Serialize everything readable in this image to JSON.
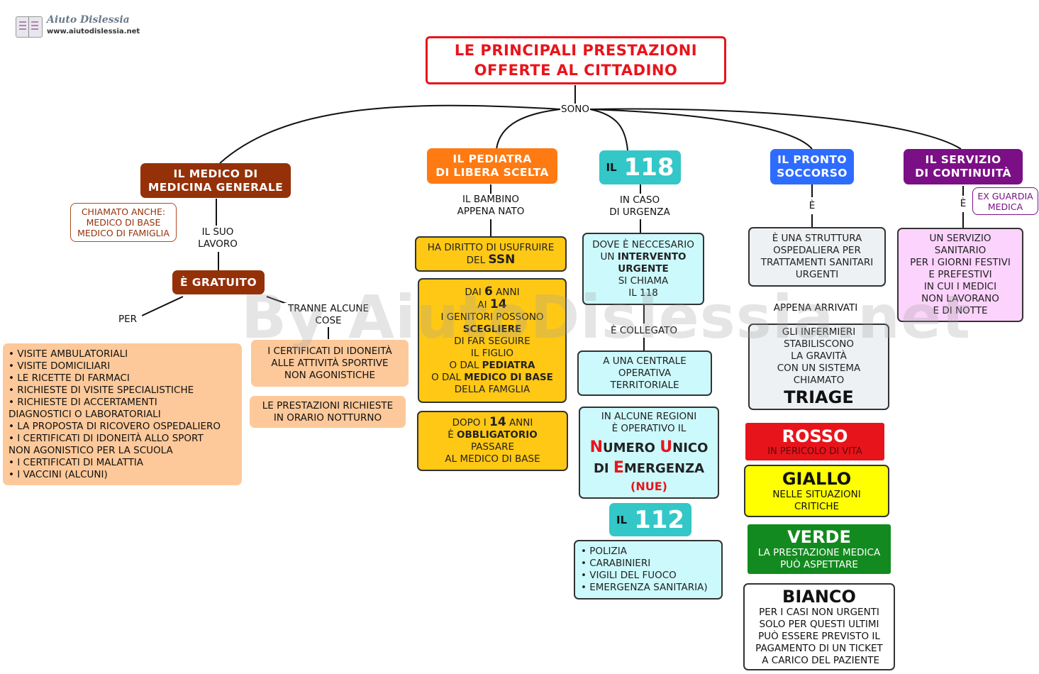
{
  "logo": {
    "brand": "Aiuto Dislessia",
    "url": "www.aiutodislessia.net"
  },
  "watermark": "By AiutoDislessia.net",
  "title": {
    "line1": "LE PRINCIPALI PRESTAZIONI",
    "line2": "OFFERTE AL CITTADINO"
  },
  "link_sono": "SONO",
  "medico": {
    "title1": "IL MEDICO DI",
    "title2": "MEDICINA GENERALE",
    "alias1": "CHIAMATO ANCHE:",
    "alias2": "MEDICO DI BASE",
    "alias3": "MEDICO DI FAMIGLIA",
    "link1": "IL SUO",
    "link2": "LAVORO",
    "gratuito": "È GRATUITO",
    "link_per": "PER",
    "link_tranne1": "TRANNE ALCUNE",
    "link_tranne2": "COSE",
    "list": [
      "• VISITE AMBULATORIALI",
      "• VISITE DOMICILIARI",
      "• LE RICETTE DI FARMACI",
      "• RICHIESTE DI VISITE SPECIALISTICHE",
      "•  RICHIESTE DI ACCERTAMENTI",
      "DIAGNOSTICI O LABORATORIALI",
      "• LA PROPOSTA DI RICOVERO OSPEDALIERO",
      "• I CERTIFICATI DI IDONEITÀ ALLO SPORT",
      " NON AGONISTICO PER LA SCUOLA",
      "• I CERTIFICATI DI MALATTIA",
      "• I VACCINI (ALCUNI)"
    ],
    "exc1_l1": "I CERTIFICATI DI IDONEITÀ",
    "exc1_l2": "ALLE ATTIVITÀ SPORTIVE",
    "exc1_l3": "NON AGONISTICHE",
    "exc2_l1": "LE PRESTAZIONI RICHIESTE",
    "exc2_l2": "IN ORARIO NOTTURNO"
  },
  "pediatra": {
    "title1": "IL PEDIATRA",
    "title2": "DI LIBERA SCELTA",
    "link1": "IL BAMBINO",
    "link2": "APPENA NATO",
    "b1_l1": "HA DIRITTO DI USUFRUIRE",
    "b1_l2a": "DEL ",
    "b1_l2b": "SSN",
    "b2_l1a": "DAI ",
    "b2_l1b": "6",
    "b2_l1c": " ANNI",
    "b2_l2a": "AI ",
    "b2_l2b": "14",
    "b2_l3": "I GENITORI POSSONO",
    "b2_l4": "SCEGLIERE",
    "b2_l5": "DI FAR SEGUIRE",
    "b2_l6": "IL FIGLIO",
    "b2_l7a": "O DAL ",
    "b2_l7b": "PEDIATRA",
    "b2_l8a": "O DAL ",
    "b2_l8b": "MEDICO DI BASE",
    "b2_l9": "DELLA FAMGLIA",
    "b3_l1a": "DOPO I ",
    "b3_l1b": "14",
    "b3_l1c": " ANNI",
    "b3_l2a": "È ",
    "b3_l2b": "OBBLIGATORIO",
    "b3_l3": "PASSARE",
    "b3_l4": "AL MEDICO DI BASE"
  },
  "n118": {
    "il": "IL",
    "num": "118",
    "link1": "IN CASO",
    "link2": "DI URGENZA",
    "b1_l1": "DOVE È NECCESARIO",
    "b1_l2a": "UN ",
    "b1_l2b": "INTERVENTO",
    "b1_l3": "URGENTE",
    "b1_l4": "SI CHIAMA",
    "b1_l5": "IL 118",
    "link3": "È COLLEGATO",
    "b2_l1": "A UNA CENTRALE",
    "b2_l2": "OPERATIVA",
    "b2_l3": "TERRITORIALE",
    "b3_l1": "IN ALCUNE REGIONI",
    "b3_l2": "È  OPERATIVO IL",
    "b3_n": "N",
    "b3_umero": "UMERO ",
    "b3_u": "U",
    "b3_nico": "NICO",
    "b3_di": "DI ",
    "b3_e": "E",
    "b3_mergenza": "MERGENZA",
    "b3_nue": "(NUE)"
  },
  "n112": {
    "il": "IL",
    "num": "112",
    "list": [
      "• POLIZIA",
      "• CARABINIERI",
      "• VIGILI DEL FUOCO",
      "• EMERGENZA SANITARIA)"
    ]
  },
  "pronto": {
    "title1": "IL PRONTO",
    "title2": "SOCCORSO",
    "link_e": "È",
    "b1_l1": "È UNA STRUTTURA",
    "b1_l2": "OSPEDALIERA PER",
    "b1_l3": "TRATTAMENTI SANITARI",
    "b1_l4": "URGENTI",
    "link2": "APPENA ARRIVATI",
    "b2_l1": "GLI INFERMIERI",
    "b2_l2": "STABILISCONO",
    "b2_l3": "LA GRAVITÀ",
    "b2_l4": "CON UN SISTEMA",
    "b2_l5": "CHIAMATO",
    "triage": "TRIAGE",
    "codes": [
      {
        "name": "ROSSO",
        "l1": "IN PERICOLO DI VITA",
        "l2": "",
        "l3": "",
        "l4": "",
        "l5": "",
        "color": "#e8141b"
      },
      {
        "name": "GIALLO",
        "l1": "NELLE SITUAZIONI",
        "l2": "CRITICHE",
        "l3": "",
        "l4": "",
        "l5": "",
        "color": "#ffff00"
      },
      {
        "name": "VERDE",
        "l1": "LA PRESTAZIONE MEDICA",
        "l2": "PUÒ ASPETTARE",
        "l3": "",
        "l4": "",
        "l5": "",
        "color": "#138a1f"
      },
      {
        "name": "BIANCO",
        "l1": "PER I CASI NON URGENTI",
        "l2": "SOLO PER QUESTI ULTIMI",
        "l3": "PUÒ ESSERE PREVISTO IL",
        "l4": "PAGAMENTO DI UN TICKET",
        "l5": " A CARICO DEL PAZIENTE",
        "color": "#ffffff"
      }
    ]
  },
  "continuita": {
    "title1": "IL SERVIZIO",
    "title2": "DI CONTINUITÀ",
    "link_e": "È",
    "alias1": "EX GUARDIA",
    "alias2": "MEDICA",
    "b1_l1": "UN SERVIZIO",
    "b1_l2": "SANITARIO",
    "b1_l3": "PER I GIORNI FESTIVI",
    "b1_l4": "E PREFESTIVI",
    "b1_l5": "IN CUI I MEDICI",
    "b1_l6": "NON LAVORANO",
    "b1_l7": "E DI NOTTE"
  },
  "colors": {
    "title_border": "#e8141b",
    "title_text": "#e8141b",
    "medico": "#953109",
    "pediatra": "#ff7a12",
    "n118": "#33c7c7",
    "pronto": "#2e6cff",
    "continuita": "#7b0f86",
    "list_orange": "#fdc99a",
    "yellow_box": "#ffc814",
    "cyan_box": "#ccf9fb",
    "grey_box": "#eef1f3",
    "pink_box": "#fcd3fc"
  }
}
